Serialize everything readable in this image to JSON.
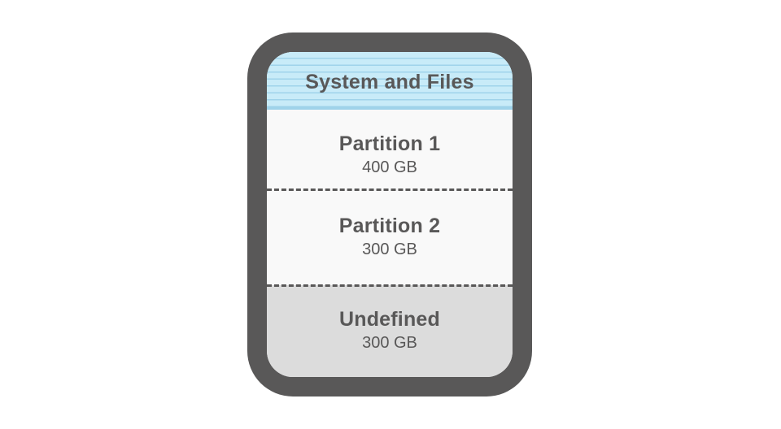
{
  "disk": {
    "segments": [
      {
        "name": "System and Files",
        "size": ""
      },
      {
        "name": "Partition 1",
        "size": "400 GB"
      },
      {
        "name": "Partition 2",
        "size": "300 GB"
      },
      {
        "name": "Undefined",
        "size": "300 GB"
      }
    ]
  },
  "colors": {
    "frame": "#595858",
    "system_fill": "#c8ebf8",
    "system_stripes": "#9fd3ea",
    "partition_fill": "#f9f9f9",
    "undefined_fill": "#dcdcdc",
    "text": "#595858"
  }
}
